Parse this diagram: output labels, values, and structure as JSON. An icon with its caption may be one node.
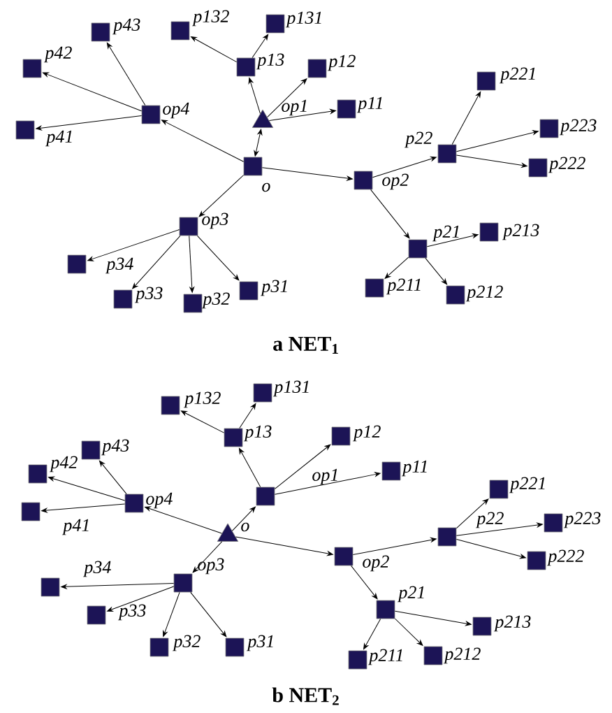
{
  "diagram": {
    "nodes": [
      {
        "text": [],
        "shape": "box",
        "beside": [
          "o"
        ]
      },
      {
        "text": [],
        "shape": "triangle",
        "beside": [
          "op1"
        ]
      },
      {
        "text": [],
        "shape": "box",
        "beside": [
          "p13"
        ]
      },
      {
        "text": [],
        "shape": "box",
        "beside": [
          "p132"
        ]
      },
      {
        "text": [],
        "shape": "box",
        "beside": [
          "p131"
        ]
      },
      {
        "text": [],
        "shape": "box",
        "beside": [
          "p12"
        ]
      },
      {
        "text": [],
        "shape": "box",
        "beside": [
          "p11"
        ]
      },
      {
        "text": [],
        "shape": "box",
        "beside": [
          "op4"
        ]
      },
      {
        "text": [],
        "shape": "box",
        "beside": [
          "p43"
        ]
      },
      {
        "text": [],
        "shape": "box",
        "beside": [
          "p42"
        ]
      },
      {
        "text": [],
        "shape": "box",
        "beside": [
          "p41"
        ]
      },
      {
        "text": [],
        "shape": "box",
        "beside": [
          "op2"
        ]
      },
      {
        "text": [],
        "shape": "box",
        "beside": [
          "p22"
        ]
      },
      {
        "text": [],
        "shape": "box",
        "beside": [
          "p221"
        ]
      },
      {
        "text": [],
        "shape": "box",
        "beside": [
          "p223"
        ]
      },
      {
        "text": [],
        "shape": "box",
        "beside": [
          "p222"
        ]
      },
      {
        "text": [],
        "shape": "box",
        "beside": [
          "op3"
        ]
      },
      {
        "text": [],
        "shape": "box",
        "beside": [
          "p34"
        ]
      },
      {
        "text": [],
        "shape": "box",
        "beside": [
          "p33"
        ]
      },
      {
        "text": [],
        "shape": "box",
        "beside": [
          "p32"
        ]
      },
      {
        "text": [],
        "shape": "box",
        "beside": [
          "p31"
        ]
      },
      {
        "text": [],
        "shape": "box",
        "beside": [
          "p21"
        ]
      },
      {
        "text": [],
        "shape": "box",
        "beside": [
          "p213"
        ]
      },
      {
        "text": [],
        "shape": "box",
        "beside": [
          "p211"
        ]
      },
      {
        "text": [],
        "shape": "box",
        "beside": [
          "p212"
        ]
      },
      {
        "text": [],
        "shape": "triangle",
        "beside": [
          "o"
        ]
      },
      {
        "text": [],
        "shape": "box",
        "beside": [
          "op1"
        ]
      },
      {
        "text": [],
        "shape": "box",
        "beside": [
          "p13"
        ]
      },
      {
        "text": [],
        "shape": "box",
        "beside": [
          "p132"
        ]
      },
      {
        "text": [],
        "shape": "box",
        "beside": [
          "p131"
        ]
      },
      {
        "text": [],
        "shape": "box",
        "beside": [
          "p12"
        ]
      },
      {
        "text": [],
        "shape": "box",
        "beside": [
          "p11"
        ]
      },
      {
        "text": [],
        "shape": "box",
        "beside": [
          "op4"
        ]
      },
      {
        "text": [],
        "shape": "box",
        "beside": [
          "p43"
        ]
      },
      {
        "text": [],
        "shape": "box",
        "beside": [
          "p42"
        ]
      },
      {
        "text": [],
        "shape": "box",
        "beside": [
          "p41"
        ]
      },
      {
        "text": [],
        "shape": "box",
        "beside": [
          "op2"
        ]
      },
      {
        "text": [],
        "shape": "box",
        "beside": [
          "p22"
        ]
      },
      {
        "text": [],
        "shape": "box",
        "beside": [
          "p221"
        ]
      },
      {
        "text": [],
        "shape": "box",
        "beside": [
          "p223"
        ]
      },
      {
        "text": [],
        "shape": "box",
        "beside": [
          "p222"
        ]
      },
      {
        "text": [],
        "shape": "box",
        "beside": [
          "op3"
        ]
      },
      {
        "text": [],
        "shape": "box",
        "beside": [
          "p34"
        ]
      },
      {
        "text": [],
        "shape": "box",
        "beside": [
          "p33"
        ]
      },
      {
        "text": [],
        "shape": "box",
        "beside": [
          "p32"
        ]
      },
      {
        "text": [],
        "shape": "box",
        "beside": [
          "p31"
        ]
      },
      {
        "text": [],
        "shape": "box",
        "beside": [
          "p21"
        ]
      },
      {
        "text": [],
        "shape": "box",
        "beside": [
          "p213"
        ]
      },
      {
        "text": [],
        "shape": "box",
        "beside": [
          "p211"
        ]
      },
      {
        "text": [],
        "shape": "box",
        "beside": [
          "p212"
        ]
      }
    ],
    "edges": [
      {
        "from": 0,
        "to": 1,
        "arrow": "both"
      },
      {
        "from": 1,
        "to": 2,
        "arrow": "to"
      },
      {
        "from": 2,
        "to": 3,
        "arrow": "to"
      },
      {
        "from": 2,
        "to": 4,
        "arrow": "to"
      },
      {
        "from": 1,
        "to": 5,
        "arrow": "to"
      },
      {
        "from": 1,
        "to": 6,
        "arrow": "to"
      },
      {
        "from": 0,
        "to": 7,
        "arrow": "to"
      },
      {
        "from": 7,
        "to": 8,
        "arrow": "to"
      },
      {
        "from": 7,
        "to": 9,
        "arrow": "to"
      },
      {
        "from": 7,
        "to": 10,
        "arrow": "to"
      },
      {
        "from": 0,
        "to": 11,
        "arrow": "to"
      },
      {
        "from": 11,
        "to": 12,
        "arrow": "to"
      },
      {
        "from": 12,
        "to": 13,
        "arrow": "to"
      },
      {
        "from": 12,
        "to": 14,
        "arrow": "to"
      },
      {
        "from": 12,
        "to": 15,
        "arrow": "to"
      },
      {
        "from": 0,
        "to": 16,
        "arrow": "to"
      },
      {
        "from": 16,
        "to": 17,
        "arrow": "to"
      },
      {
        "from": 16,
        "to": 18,
        "arrow": "to"
      },
      {
        "from": 16,
        "to": 19,
        "arrow": "to"
      },
      {
        "from": 16,
        "to": 20,
        "arrow": "to"
      },
      {
        "from": 11,
        "to": 21,
        "arrow": "to"
      },
      {
        "from": 21,
        "to": 22,
        "arrow": "to"
      },
      {
        "from": 21,
        "to": 23,
        "arrow": "to"
      },
      {
        "from": 21,
        "to": 24,
        "arrow": "to"
      },
      {
        "from": 25,
        "to": 26,
        "arrow": "to"
      },
      {
        "from": 26,
        "to": 27,
        "arrow": "to"
      },
      {
        "from": 27,
        "to": 28,
        "arrow": "to"
      },
      {
        "from": 27,
        "to": 29,
        "arrow": "to"
      },
      {
        "from": 26,
        "to": 30,
        "arrow": "to"
      },
      {
        "from": 26,
        "to": 31,
        "arrow": "to"
      },
      {
        "from": 25,
        "to": 32,
        "arrow": "to"
      },
      {
        "from": 32,
        "to": 33,
        "arrow": "to"
      },
      {
        "from": 32,
        "to": 34,
        "arrow": "to"
      },
      {
        "from": 32,
        "to": 35,
        "arrow": "to"
      },
      {
        "from": 25,
        "to": 36,
        "arrow": "to"
      },
      {
        "from": 36,
        "to": 37,
        "arrow": "to"
      },
      {
        "from": 37,
        "to": 38,
        "arrow": "to"
      },
      {
        "from": 37,
        "to": 39,
        "arrow": "to"
      },
      {
        "from": 37,
        "to": 40,
        "arrow": "to"
      },
      {
        "from": 25,
        "to": 41,
        "arrow": "to"
      },
      {
        "from": 41,
        "to": 42,
        "arrow": "to"
      },
      {
        "from": 41,
        "to": 43,
        "arrow": "to"
      },
      {
        "from": 41,
        "to": 44,
        "arrow": "to"
      },
      {
        "from": 41,
        "to": 45,
        "arrow": "to"
      },
      {
        "from": 36,
        "to": 46,
        "arrow": "to"
      },
      {
        "from": 46,
        "to": 47,
        "arrow": "to"
      },
      {
        "from": 46,
        "to": 48,
        "arrow": "to"
      },
      {
        "from": 46,
        "to": 49,
        "arrow": "to"
      }
    ],
    "labels": [
      "a NET$_{1}$",
      "b NET$_{2}$"
    ]
  }
}
